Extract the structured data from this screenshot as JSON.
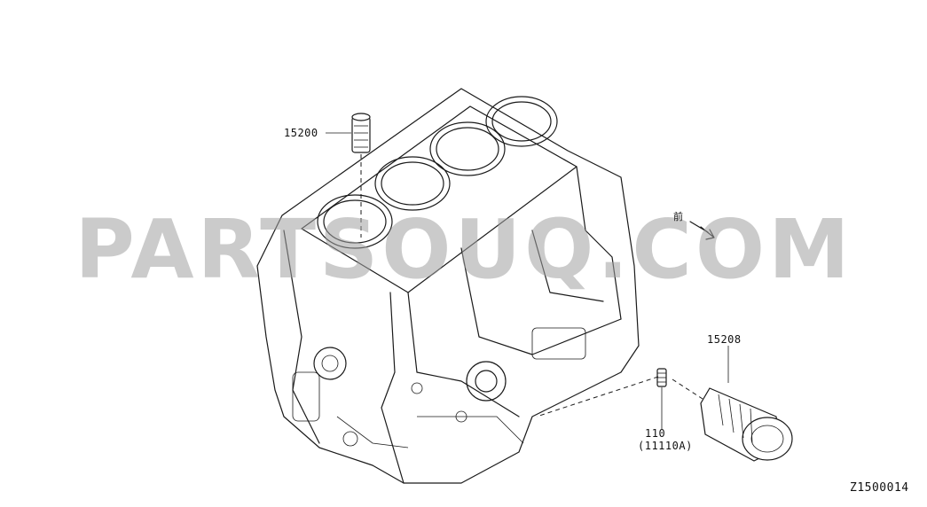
{
  "parts": {
    "strainer": {
      "number": "15200"
    },
    "oil_filter": {
      "number": "15208"
    },
    "stud": {
      "number": "110",
      "alt_number": "(11110A)"
    }
  },
  "front_mark": "前",
  "diagram_code": "Z1500014",
  "watermark": "PARTSOUQ.COM"
}
